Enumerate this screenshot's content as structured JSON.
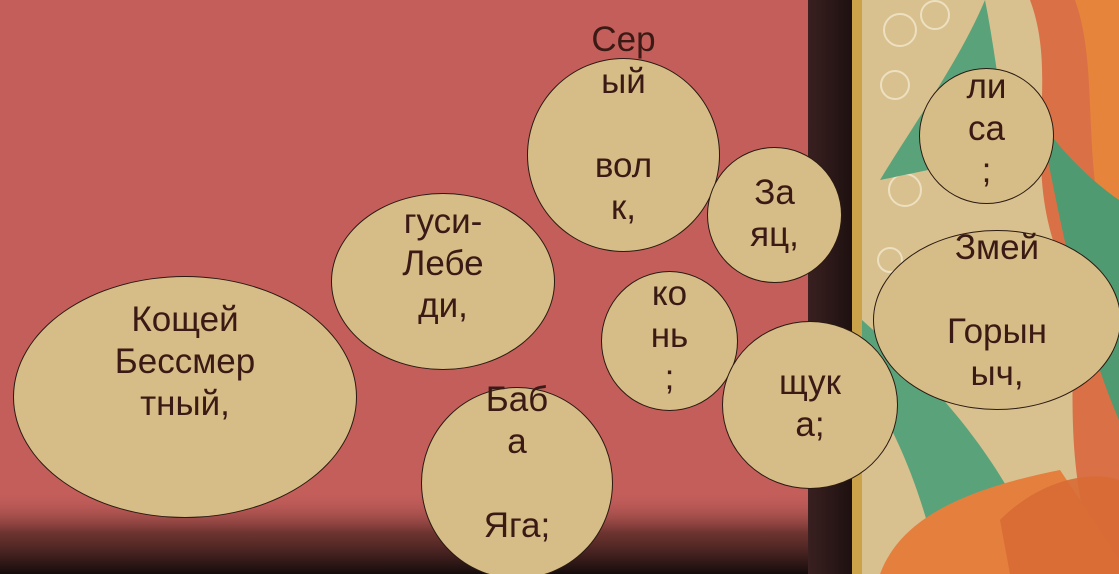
{
  "colors": {
    "slide_background": "#c45e5b",
    "oval_fill": "#d6bc86",
    "text": "#3a1a14",
    "border": "#2a1a12"
  },
  "characters": [
    {
      "text": "Кощей\nБессмер\nтный,"
    },
    {
      "text": "гуси-\nЛебе\nди,"
    },
    {
      "text": "Баб\nа\n\nЯга;"
    },
    {
      "text": "Сер\nый\n\nвол\nк,"
    },
    {
      "text": "ко\nнь\n;"
    },
    {
      "text": "За\nяц,"
    },
    {
      "text": "щук\nа;"
    },
    {
      "text": "ли\nса\n;"
    },
    {
      "text": "Змей\n\nГорын\nыч,"
    }
  ]
}
